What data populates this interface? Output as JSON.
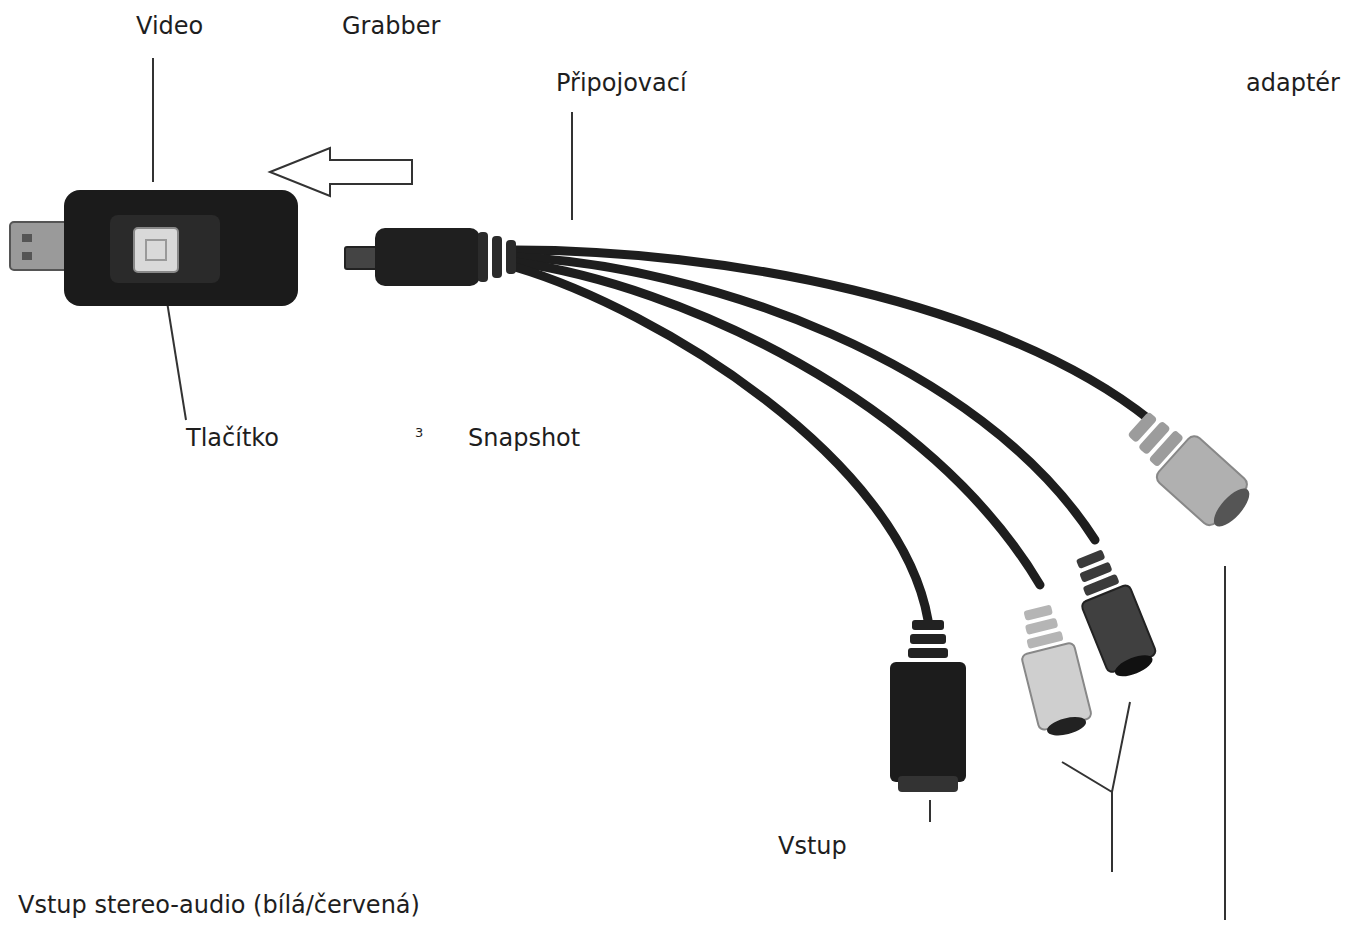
{
  "diagram": {
    "labels": [
      "Video",
      "Grabber",
      "Připojovací",
      "adaptér",
      "Tlačítko",
      "3",
      "Snapshot",
      "Vstup",
      "Vstup stereo-audio (bílá/červená)"
    ]
  }
}
